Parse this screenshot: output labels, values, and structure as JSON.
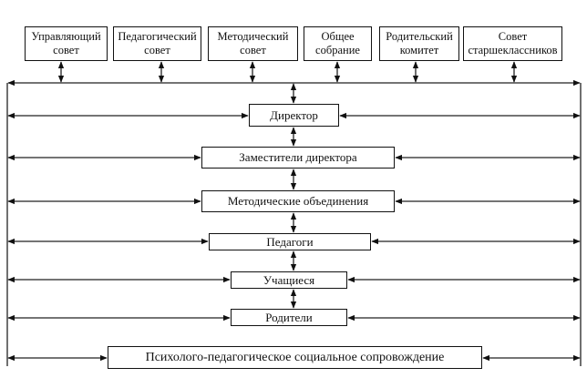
{
  "diagram": {
    "title": "School management structure",
    "top_bodies": [
      {
        "line1": "Управляющий",
        "line2": "совет"
      },
      {
        "line1": "Педагогический",
        "line2": "совет"
      },
      {
        "line1": "Методический",
        "line2": "совет"
      },
      {
        "line1": "Общее",
        "line2": "собрание"
      },
      {
        "line1": "Родительский",
        "line2": "комитет"
      },
      {
        "line1": "Совет",
        "line2": "старшеклассников"
      }
    ],
    "levels": [
      {
        "label": "Директор"
      },
      {
        "label": "Заместители директора"
      },
      {
        "label": "Методические объединения"
      },
      {
        "label": "Педагоги"
      },
      {
        "label": "Учащиеся"
      },
      {
        "label": "Родители"
      },
      {
        "label": "Психолого-педагогическое социальное сопровождение"
      }
    ],
    "connections": {
      "top_bodies_to_bus": "bidirectional",
      "vertical_chain": "bidirectional",
      "levels_to_side_rails": "bidirectional"
    }
  }
}
